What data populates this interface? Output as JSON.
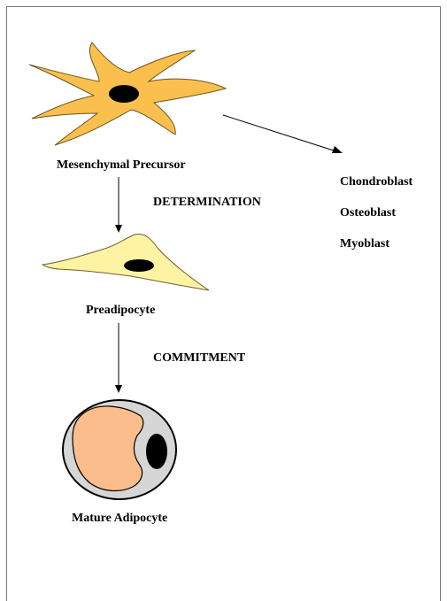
{
  "labels": {
    "mesenchymal": "Mesenchymal Precursor",
    "determination": "DETERMINATION",
    "preadipocyte": "Preadipocyte",
    "commitment": "COMMITMENT",
    "mature": "Mature Adipocyte",
    "lineages": [
      "Chondroblast",
      "Osteoblast",
      "Myoblast"
    ]
  },
  "colors": {
    "mesenchymal_cell": "#fbbf4e",
    "preadipocyte_cell": "#fdf3a3",
    "adipocyte_membrane": "#d6d6d6",
    "lipid_droplet": "#fbbd8c",
    "nucleus": "#000000"
  }
}
